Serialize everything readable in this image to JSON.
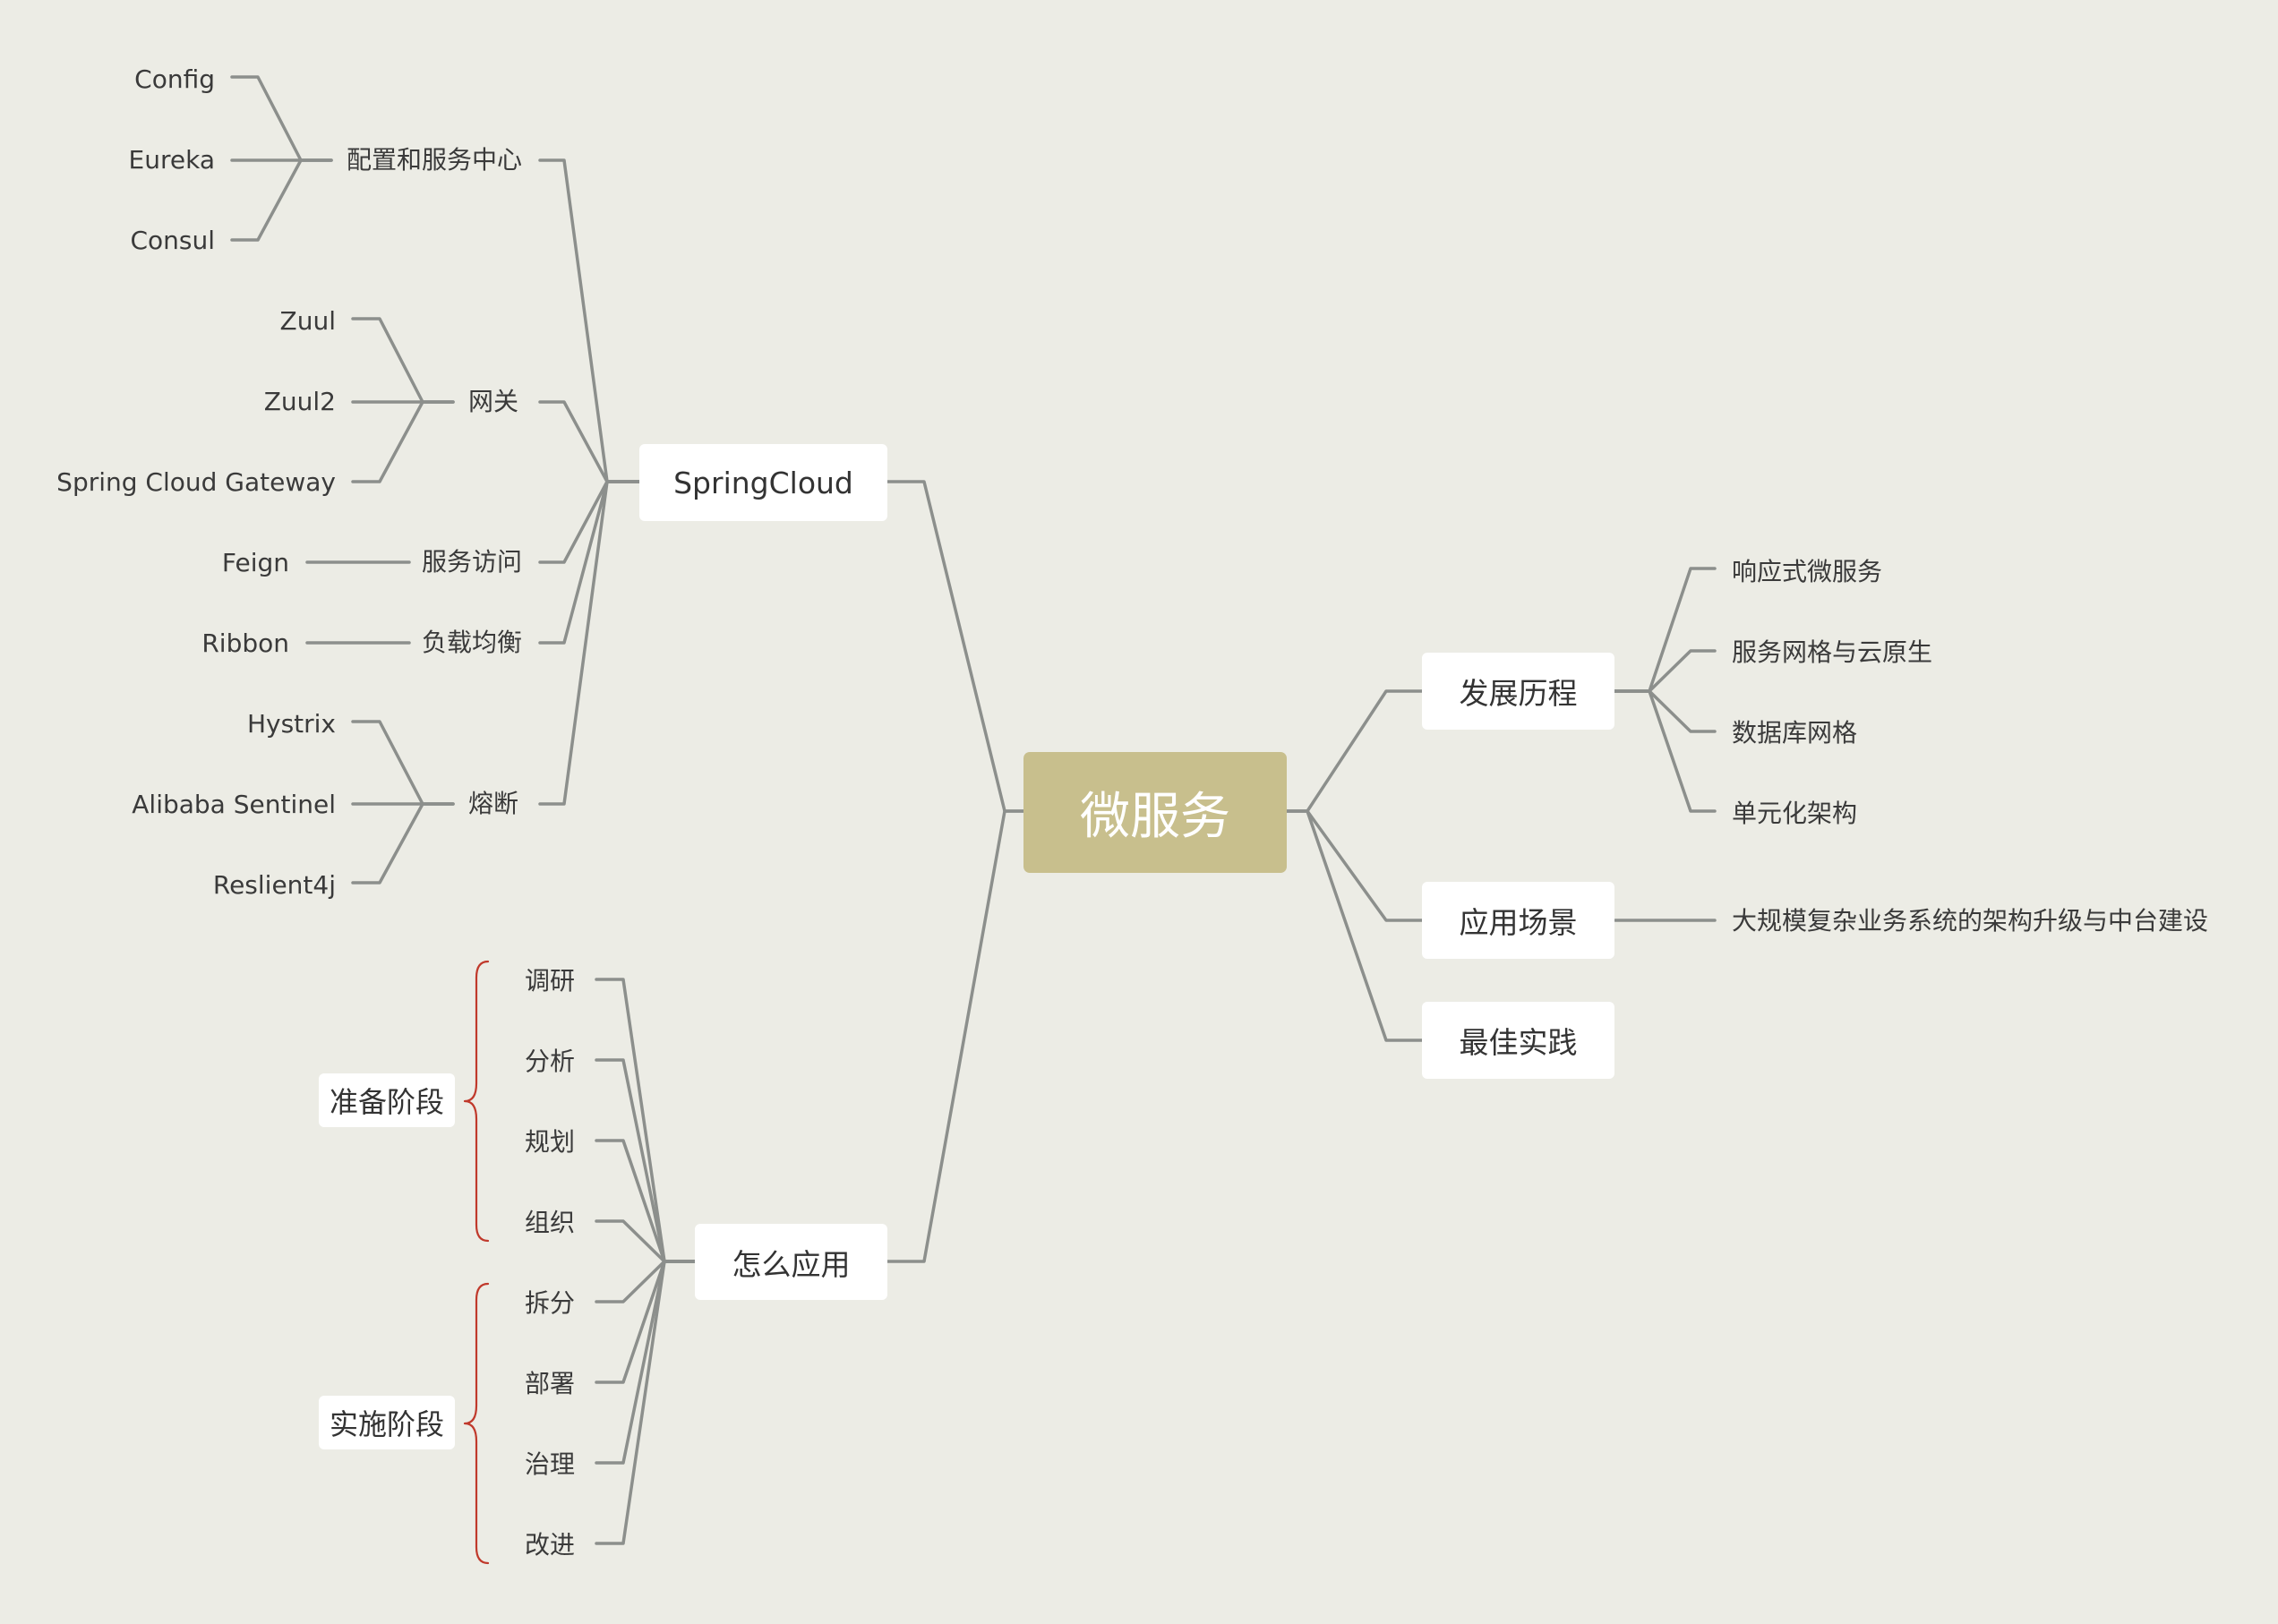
{
  "root": {
    "label": "微服务"
  },
  "springcloud": {
    "label": "SpringCloud",
    "config_center": {
      "label": "配置和服务中心",
      "items": [
        "Config",
        "Eureka",
        "Consul"
      ]
    },
    "gateway": {
      "label": "网关",
      "items": [
        "Zuul",
        "Zuul2",
        "Spring Cloud Gateway"
      ]
    },
    "service_access": {
      "label": "服务访问",
      "items": [
        "Feign"
      ]
    },
    "load_balance": {
      "label": "负载均衡",
      "items": [
        "Ribbon"
      ]
    },
    "circuit_breaker": {
      "label": "熔断",
      "items": [
        "Hystrix",
        "Alibaba Sentinel",
        "Reslient4j"
      ]
    }
  },
  "how_to_apply": {
    "label": "怎么应用",
    "steps": [
      "调研",
      "分析",
      "规划",
      "组织",
      "拆分",
      "部署",
      "治理",
      "改进"
    ],
    "groups": {
      "prepare": "准备阶段",
      "implement": "实施阶段"
    }
  },
  "history": {
    "label": "发展历程",
    "items": [
      "响应式微服务",
      "服务网格与云原生",
      "数据库网格",
      "单元化架构"
    ]
  },
  "scenarios": {
    "label": "应用场景",
    "items": [
      "大规模复杂业务系统的架构升级与中台建设"
    ]
  },
  "best_practice": {
    "label": "最佳实践"
  },
  "colors": {
    "background": "#ecece5",
    "root_fill": "#c8bf8d",
    "connector": "#8c8f8c",
    "brace": "#c0392b"
  }
}
